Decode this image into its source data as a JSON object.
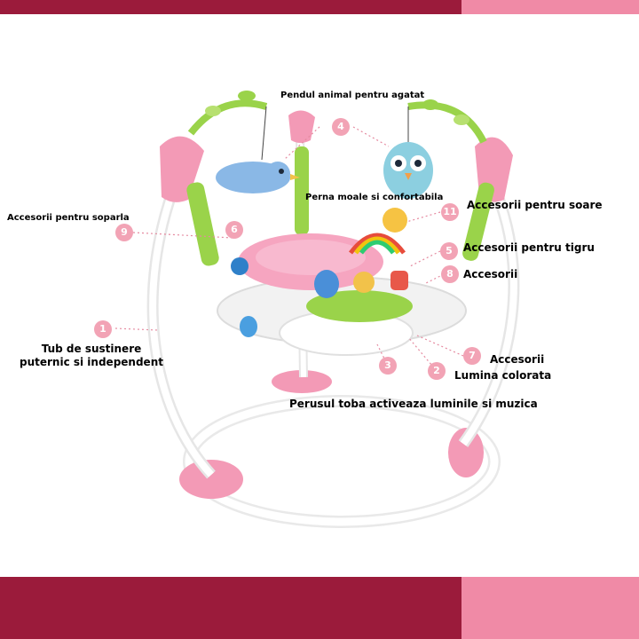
{
  "colors": {
    "bar_dark": "#9b1b3b",
    "bar_light": "#f08aa6",
    "badge": "#f2a3b5",
    "leader": "#e58aa0",
    "frame_pink": "#f39ab6",
    "frame_white": "#f7f7f7",
    "leaf_green": "#9ad34a"
  },
  "callouts": [
    {
      "number": "1",
      "text": "Tub de sustinere\nputernic si independent"
    },
    {
      "number": "2",
      "text": "Lumina colorata"
    },
    {
      "number": "3",
      "text": "Perusul toba activeaza luminile si muzica"
    },
    {
      "number": "4",
      "text": "Pendul animal pentru agatat"
    },
    {
      "number": "5",
      "text": "Accesorii pentru tigru"
    },
    {
      "number": "6",
      "text": "Perna moale si confortabila"
    },
    {
      "number": "7",
      "text": "Accesorii"
    },
    {
      "number": "8",
      "text": "Accesorii"
    },
    {
      "number": "9",
      "text": "Accesorii pentru  soparla"
    },
    {
      "number": "11",
      "text": "Accesorii pentru soare"
    }
  ]
}
